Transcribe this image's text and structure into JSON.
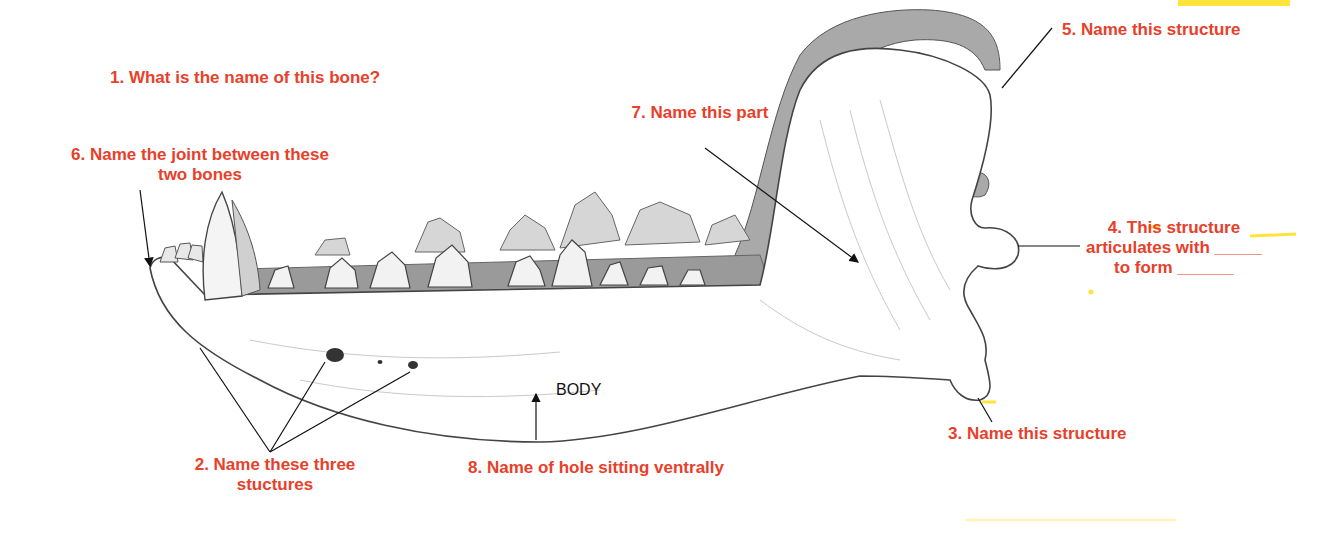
{
  "diagram": {
    "labels": [
      "1. What is the name of this bone?",
      "5. Name this structure",
      "7. Name this part",
      "6. Name the joint between these two bones",
      "4. This structure articulates with _____ to form ______",
      "BODY",
      "2. Name these three stuctures",
      "8. Name of hole sitting ventrally",
      "3. Name this structure"
    ]
  }
}
